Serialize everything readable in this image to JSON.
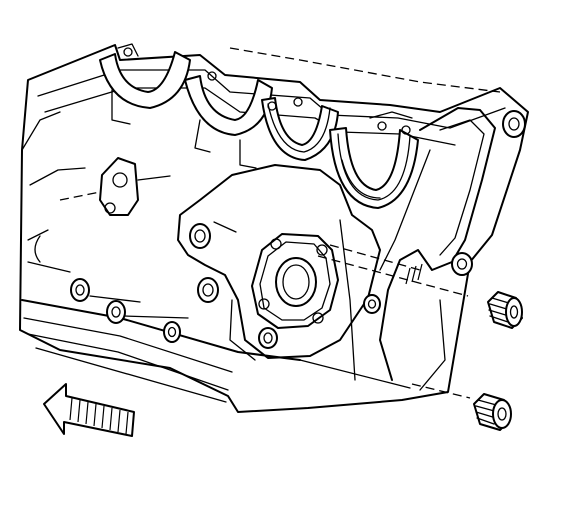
{
  "figure": {
    "subject": "engine-block-front-view",
    "components": [
      {
        "name": "engine-block",
        "icon": "engine-block-outline"
      },
      {
        "name": "main-bearing-saddles",
        "count": 4
      },
      {
        "name": "oil-pump-mounting-flange",
        "icon": "flange-outline"
      },
      {
        "name": "pipe-plug-upper",
        "icon": "threaded-plug-icon"
      },
      {
        "name": "pipe-plug-lower",
        "icon": "threaded-plug-icon"
      },
      {
        "name": "engine-front-arrow",
        "icon": "arrow-left-icon"
      }
    ],
    "line_color": "#000000",
    "background_color": "#ffffff"
  }
}
